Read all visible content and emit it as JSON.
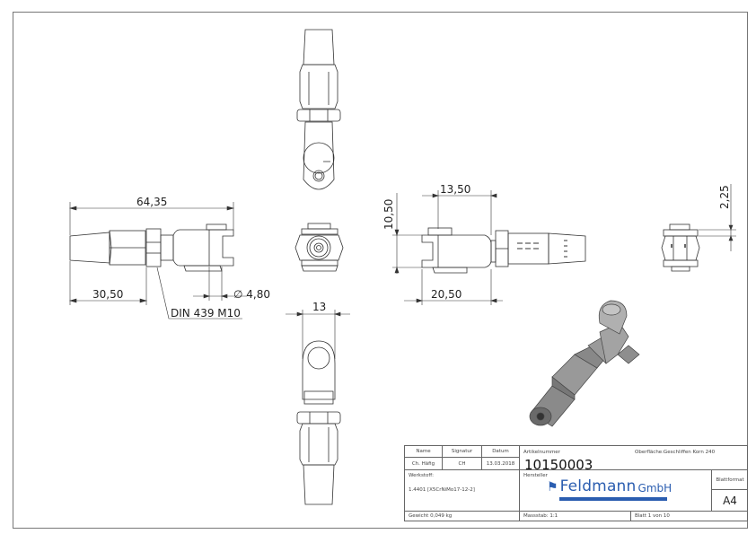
{
  "drawing": {
    "dimensions": {
      "front_view": {
        "overall_length": "64,35",
        "thread_length": "30,50",
        "pin_diameter": "∅ 4,80",
        "nut_callout": "DIN 439 M10"
      },
      "side_view": {
        "fork_inner": "13,50",
        "fork_height": "10,50",
        "fork_length": "20,50"
      },
      "end_view": {
        "offset": "2,25"
      },
      "bottom_view": {
        "width": "13"
      }
    }
  },
  "title_block": {
    "headers": {
      "name": "Name",
      "signature": "Signatur",
      "date": "Datum"
    },
    "values": {
      "name": "Ch. Häfig",
      "signature": "CH",
      "date": "13.03.2018"
    },
    "article_label": "Artikelnummer",
    "article_number": "10150003",
    "surface_label": "Oberfläche:",
    "surface_value": "Geschliffen Korn 240",
    "material_label": "Werkstoff:",
    "material_value": "1.4401 [X5CrNiMo17-12-2]",
    "manufacturer_label": "Hersteller",
    "manufacturer_logo": {
      "word": "Feldmann",
      "suffix": "GmbH",
      "color": "#2a5db0"
    },
    "sheet_format_label": "Blattformat",
    "sheet_format_value": "A4",
    "weight": "Gewicht 0,049 kg",
    "scale": "Massstab: 1:1",
    "sheet": "Blatt 1 von 10"
  }
}
